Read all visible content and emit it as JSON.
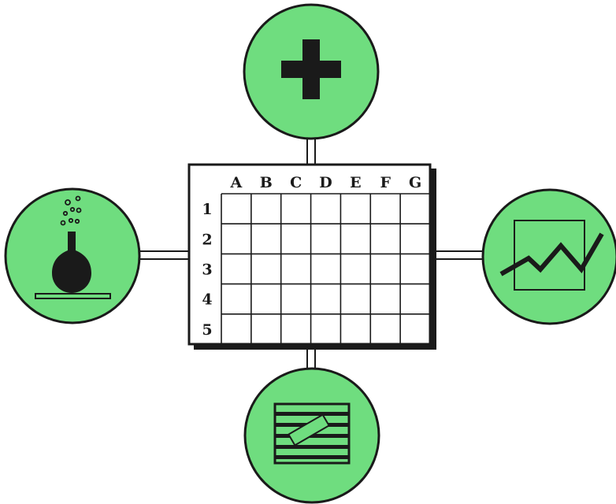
{
  "diagram": {
    "colors": {
      "circle_fill": "#6fdd7f",
      "ink": "#1a1a1a",
      "paper": "#ffffff"
    },
    "spreadsheet": {
      "columns": [
        "A",
        "B",
        "C",
        "D",
        "E",
        "F",
        "G"
      ],
      "rows": [
        "1",
        "2",
        "3",
        "4",
        "5"
      ]
    },
    "nodes": [
      {
        "position": "top",
        "icon": "plus-icon"
      },
      {
        "position": "left",
        "icon": "flask-icon"
      },
      {
        "position": "right",
        "icon": "line-chart-icon"
      },
      {
        "position": "bottom",
        "icon": "document-icon"
      }
    ]
  }
}
